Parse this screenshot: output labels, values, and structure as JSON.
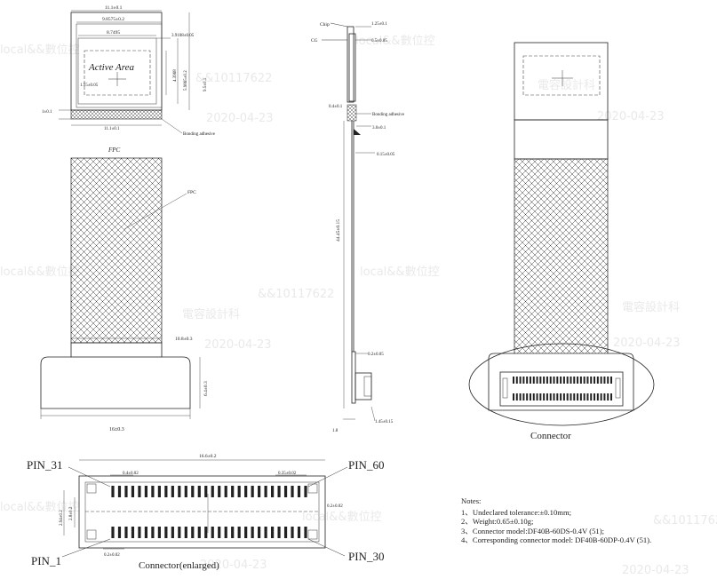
{
  "watermarks": [
    "電容設計科",
    "&&10117622",
    "local&&數位控",
    "2020-04-23"
  ],
  "labels": {
    "active_area": "Active Area",
    "fpc_top": "FPC",
    "fpc_callout": "FPC",
    "bonding_adhesive": "Bonding adhesive",
    "chip": "Chip",
    "cg": "CG",
    "connector": "Connector",
    "connector_enlarged": "Connector(enlarged)",
    "pin_31": "PIN_31",
    "pin_60": "PIN_60",
    "pin_1": "PIN_1",
    "pin_30": "PIN_30"
  },
  "dimensions": {
    "front": {
      "outer_width": "11.1±0.1",
      "glass_width": "9.8575±0.2",
      "aa_width": "8.7495",
      "aa_offset": "3.9108±0.05",
      "aa_height": "4.3968",
      "glass_height": "5.9865±0.2",
      "total_height": "9.5±0.1",
      "bottom_gap": "1.55±0.05",
      "bond_thickness": "1±0.1",
      "bond_width": "11.1±0.1",
      "fpc_neck": "10.8±0.3",
      "base_height": "6.4±0.3",
      "base_width": "16±0.3"
    },
    "side": {
      "chip_thk": "1.25±0.1",
      "cg_thk": "0.5±0.05",
      "adhesive_x": "0.4±0.1",
      "fpc_offset": "3.0±0.1",
      "fpc_thk": "0.15±0.05",
      "fpc_length": "44.45±0.15",
      "connector_thk": "0.2±0.05",
      "connector_h": "1.45±0.15",
      "bottom_gap": "1.8"
    },
    "connector": {
      "total_width": "16.6±0.2",
      "pin_width": "0.4±0.02",
      "pitch": "0.35±0.02",
      "side_gap": "0.2±0.02",
      "bottom_pitch": "0.2±0.02",
      "body_height": "2.94±0.2",
      "row_gap": "2.8±0.2"
    }
  },
  "notes": {
    "title": "Notes:",
    "items": [
      "1、Undeclared tolerance:±0.10mm;",
      "2、Weight:0.65±0.10g;",
      "3、Connector model:DF40B-60DS-0.4V (51);",
      "4、Corresponding connector model: DF40B-60DP-0.4V (51)."
    ]
  }
}
